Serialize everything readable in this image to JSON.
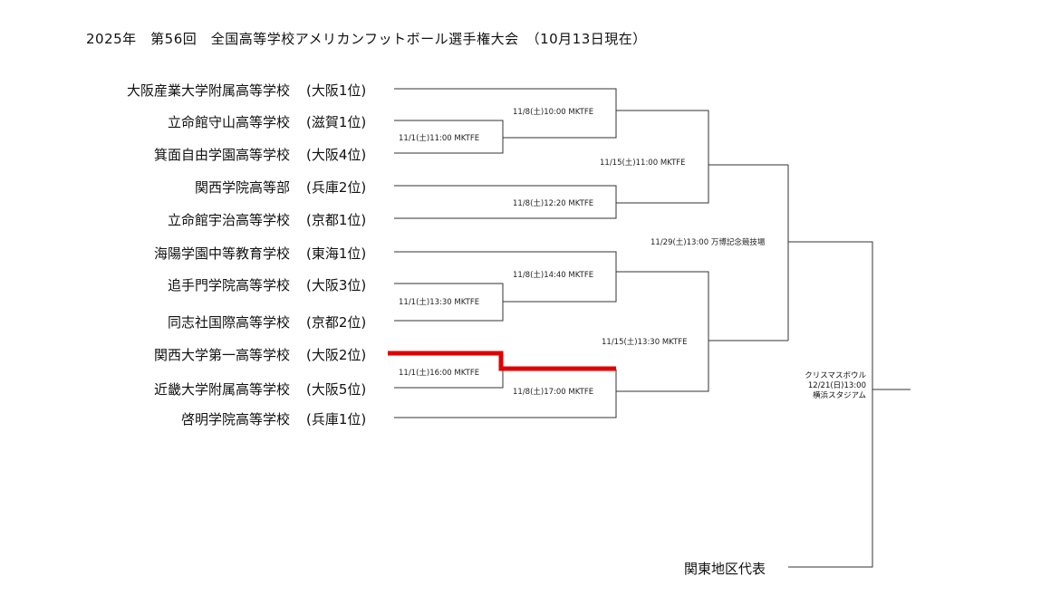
{
  "title": "2025年　第56回　全国高等学校アメリカンフットボール選手権大会　（10月13日現在）",
  "teams": [
    {
      "name": "大阪産業大学附属高等学校",
      "pref": "(大阪1位)"
    },
    {
      "name": "立命館守山高等学校",
      "pref": "(滋賀1位)"
    },
    {
      "name": "箕面自由学園高等学校",
      "pref": "(大阪4位)"
    },
    {
      "name": "関西学院高等部",
      "pref": "(兵庫2位)"
    },
    {
      "name": "立命館宇治高等学校",
      "pref": "(京都1位)"
    },
    {
      "name": "海陽学園中等教育学校",
      "pref": "(東海1位)"
    },
    {
      "name": "追手門学院高等学校",
      "pref": "(大阪3位)"
    },
    {
      "name": "同志社国際高等学校",
      "pref": "(京都2位)"
    },
    {
      "name": "関西大学第一高等学校",
      "pref": "(大阪2位)"
    },
    {
      "name": "近畿大学附属高等学校",
      "pref": "(大阪5位)"
    },
    {
      "name": "啓明学院高等学校",
      "pref": "(兵庫1位)"
    }
  ],
  "games": {
    "r1_a": "11/1(土)11:00 MKTFE",
    "r1_b": "11/1(土)13:30 MKTFE",
    "r1_c": "11/1(土)16:00 MKTFE",
    "r2_a": "11/8(土)10:00 MKTFE",
    "r2_b": "11/8(土)12:20 MKTFE",
    "r2_c": "11/8(土)14:40 MKTFE",
    "r2_d": "11/8(土)17:00 MKTFE",
    "qf_a": "11/15(土)11:00 MKTFE",
    "qf_b": "11/15(土)13:30 MKTFE",
    "sf": "11/29(土)13:00 万博記念競技場"
  },
  "final": {
    "name": "クリスマスボウル",
    "date": "12/21(日)13:00",
    "venue": "横浜スタジアム"
  },
  "kanto": "関東地区代表",
  "colors": {
    "line": "#333333",
    "winner_path": "#e00000"
  }
}
